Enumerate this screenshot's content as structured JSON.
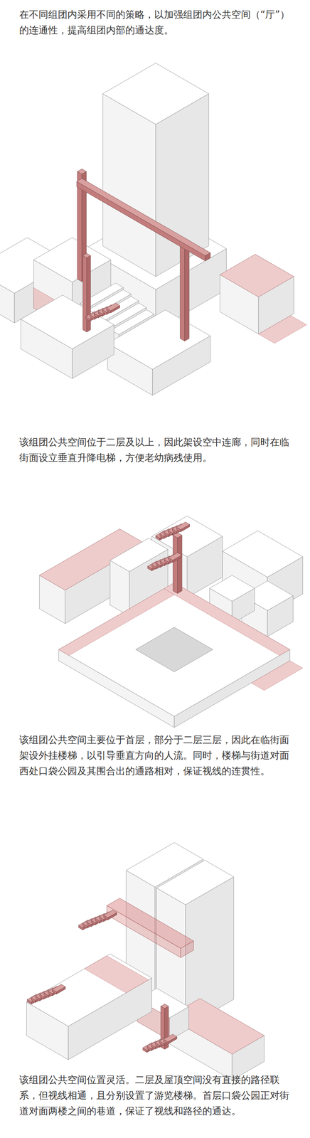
{
  "diagram": {
    "labels": [
      "在不同组团内采用不同的策略，以加强组团内公共空间（“厅”）的连通性，提高组团内部的通达度。",
      "该组团公共空间位于二层及以上，因此架设空中连廊，同时在临街面设立垂直升降电梯，方便老幼病残使用。",
      "该组团公共空间主要位于首层，部分于二层三层，因此在临街面架设外挂楼梯，以引导垂直方向的人流。同时，楼梯与街道对面西处口袋公园及其围合出的通路相对，保证视线的连贯性。",
      "该组团公共空间位置灵活。二层及屋顶空间没有直接的路径联系，但视线相通，且分别设置了游览楼梯。首层口袋公园正对街道对面两楼之间的巷道，保证了视线和路径的通达。"
    ]
  }
}
